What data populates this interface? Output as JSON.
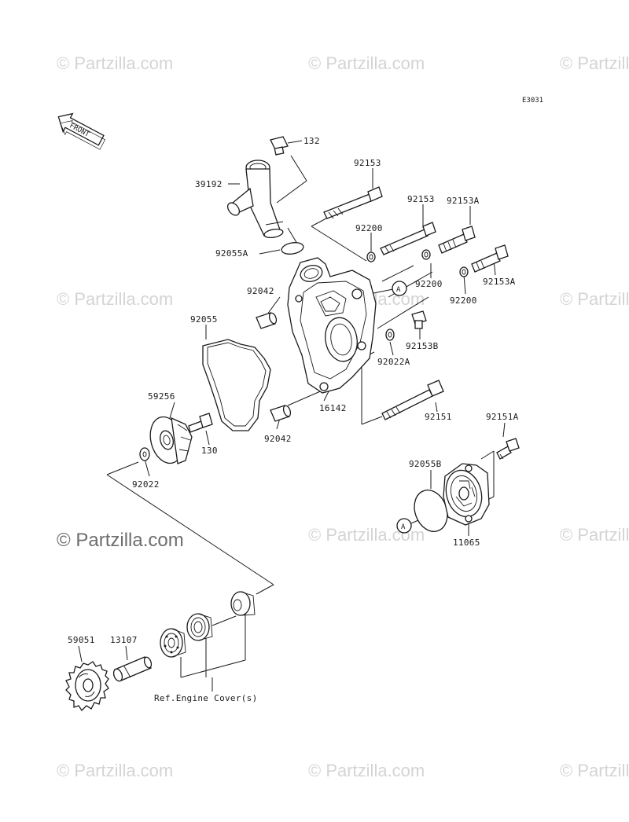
{
  "diagram": {
    "code": "E3031",
    "front_label": "FRONT",
    "ref_marker": "A",
    "note": "Ref.Engine Cover(s)"
  },
  "watermarks": {
    "text": "© Partzilla.com",
    "main_text": "© Partzilla.com"
  },
  "parts": {
    "p132": "132",
    "p39192": "39192",
    "p92153_a": "92153",
    "p92153_b": "92153",
    "p92153A_a": "92153A",
    "p92153A_b": "92153A",
    "p92200_a": "92200",
    "p92200_b": "92200",
    "p92200_c": "92200",
    "p92055A": "92055A",
    "p92042_a": "92042",
    "p92042_b": "92042",
    "p92055": "92055",
    "p92153B": "92153B",
    "p92022A": "92022A",
    "p16142": "16142",
    "p92151": "92151",
    "p92151A": "92151A",
    "p59256": "59256",
    "p130": "130",
    "p92022": "92022",
    "p92055B": "92055B",
    "p11065": "11065",
    "p59051": "59051",
    "p13107": "13107"
  }
}
